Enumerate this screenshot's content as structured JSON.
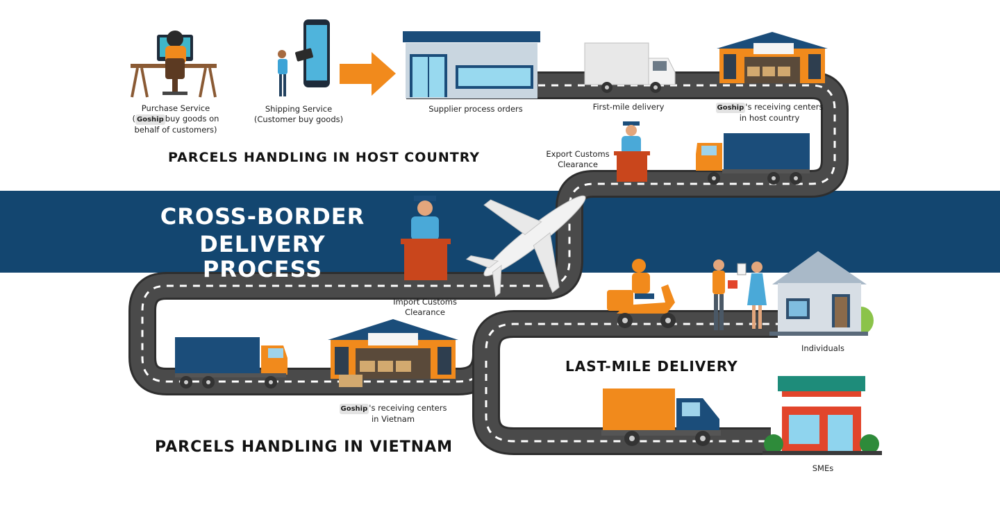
{
  "title_line1": "CROSS-BORDER",
  "title_line2": "DELIVERY PROCESS",
  "sections": {
    "host": "PARCELS HANDLING IN HOST COUNTRY",
    "vietnam": "PARCELS HANDLING IN VIETNAM",
    "last_mile": "LAST-MILE DELIVERY"
  },
  "steps": {
    "purchase": {
      "line1": "Purchase Service",
      "brand": "Goship",
      "line2_rest": "buy goods on",
      "line3": "behalf of customers)",
      "open_paren": "("
    },
    "shipping": {
      "line1": "Shipping Service",
      "line2": "(Customer buy goods)"
    },
    "supplier": {
      "label": "Supplier process orders"
    },
    "first_mile": {
      "label": "First-mile delivery"
    },
    "host_center": {
      "brand": "Goship",
      "line1_rest": "'s receiving centers",
      "line2": "in host country"
    },
    "export": {
      "line1": "Export Customs",
      "line2": "Clearance"
    },
    "import": {
      "line1": "Import Customs",
      "line2": "Clearance"
    },
    "vn_center": {
      "brand": "Goship",
      "line1_rest": "'s receiving centers",
      "line2": "in Vietnam"
    },
    "individuals": {
      "label": "Individuals"
    },
    "smes": {
      "label": "SMEs"
    }
  },
  "colors": {
    "band": "#134670",
    "road": "#4a4a4a",
    "road_edge": "#2e2e2e",
    "dash": "#ffffff",
    "orange": "#f18a1c",
    "truck_blue": "#1b4d7a",
    "customs_desk": "#c9461c",
    "uniform": "#4aa9d8"
  }
}
